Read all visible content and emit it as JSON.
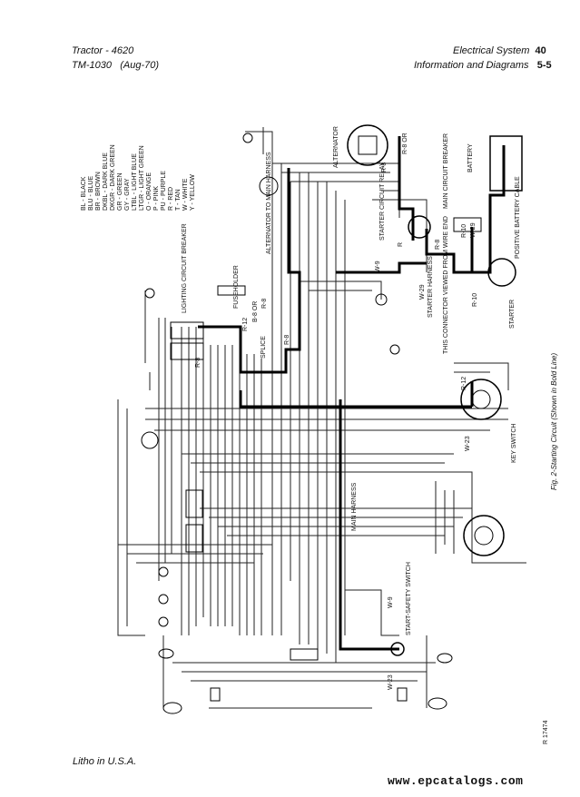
{
  "header": {
    "left_line1": "Tractor  -  4620",
    "left_line2_a": "TM-1030",
    "left_line2_b": "(Aug-70)",
    "right_line1": "Electrical System",
    "right_line1_num": "40",
    "right_line2": "Information and Diagrams",
    "right_line2_num": "5-5"
  },
  "legend": [
    "BL  - BLACK",
    "BLU - BLUE",
    "BR  - BROWN",
    "DKBL - DARK BLUE",
    "DKGR - DARK GREEN",
    "GR  - GREEN",
    "GY  - GRAY",
    "LTBL - LIGHT BLUE",
    "LTGR - LIGHT GREEN",
    "O   - ORANGE",
    "P   - PINK",
    "PU  - PURPLE",
    "R   - RED",
    "T   - TAN",
    "W   - WHITE",
    "Y   - YELLOW"
  ],
  "labels": {
    "alternator": "ALTERNATOR",
    "r8_or": "R-8 OR",
    "r8_or2": "R-8",
    "battery": "BATTERY",
    "main_breaker": "MAIN CIRCUIT BREAKER",
    "starter_relay": "STARTER CIRCUIT RELAY",
    "alt_to_harness": "ALTERNATOR TO MAIN HARNESS",
    "lighting_breaker": "LIGHTING CIRCUIT BREAKER",
    "fuseholder": "FUSEHOLDER",
    "r12": "R-12",
    "r8_or3": "B-8 OR",
    "r8_b": "R-8",
    "splice": "SPLICE",
    "r8_left": "R-8",
    "r8_mid": "R-8",
    "w9": "W-9",
    "r8_relay": "R-8",
    "r_relay": "R",
    "r10": "R-10",
    "w29": "W-29",
    "positive_cable": "POSITIVE BATTERY CABLE",
    "w29_harness": "W-29",
    "starter_harness": "STARTER HARNESS",
    "connector_note": "THIS CONNECTOR VIEWED FROM WIRE END",
    "r10_b": "R-10",
    "starter": "STARTER",
    "r12_key": "R-12",
    "w23_key": "W-23",
    "key_switch": "KEY SWITCH",
    "main_harness": "MAIN HARNESS",
    "w9_safety": "W-9",
    "w23_safety": "W-23",
    "start_safety": "START-SAFETY SWITCH",
    "caption": "Fig. 2-Starting Circuit (Shown in Bold Line)",
    "ref": "R 17474"
  },
  "footer": {
    "litho": "Litho in U.S.A.",
    "site": "www.epcatalogs.com"
  }
}
